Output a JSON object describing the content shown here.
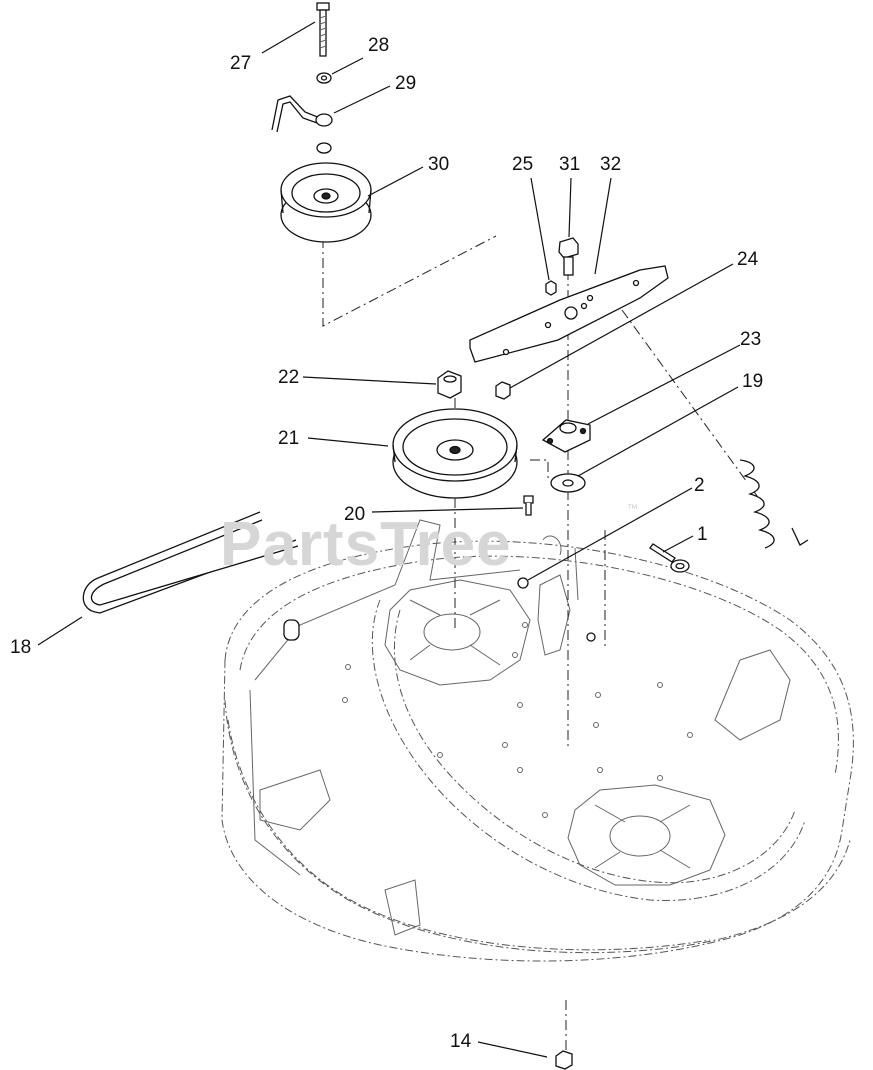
{
  "watermark": {
    "text": "PartsTree",
    "trademark": "™"
  },
  "callouts": [
    {
      "id": "c27",
      "label": "27"
    },
    {
      "id": "c28",
      "label": "28"
    },
    {
      "id": "c29",
      "label": "29"
    },
    {
      "id": "c30",
      "label": "30"
    },
    {
      "id": "c25",
      "label": "25"
    },
    {
      "id": "c31",
      "label": "31"
    },
    {
      "id": "c32",
      "label": "32"
    },
    {
      "id": "c24",
      "label": "24"
    },
    {
      "id": "c23",
      "label": "23"
    },
    {
      "id": "c22",
      "label": "22"
    },
    {
      "id": "c19",
      "label": "19"
    },
    {
      "id": "c21",
      "label": "21"
    },
    {
      "id": "c2",
      "label": "2"
    },
    {
      "id": "c20",
      "label": "20"
    },
    {
      "id": "c1",
      "label": "1"
    },
    {
      "id": "c18",
      "label": "18"
    },
    {
      "id": "c14",
      "label": "14"
    }
  ]
}
